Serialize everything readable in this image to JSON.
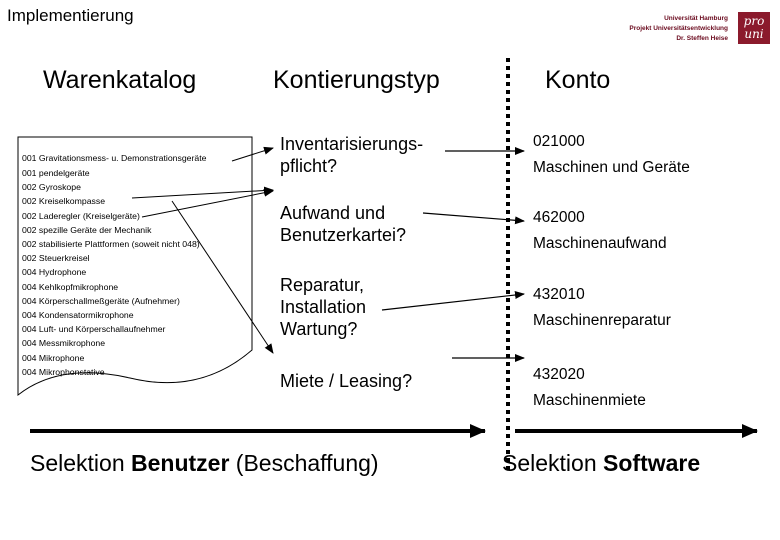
{
  "header": {
    "title": "Implementierung",
    "logo": {
      "line1": "Universität Hamburg",
      "line2": "Projekt Universitätsentwicklung",
      "line3": "Dr. Steffen Heise",
      "mark_line1": "pro",
      "mark_line2": "uni"
    }
  },
  "columns": {
    "warenkatalog": "Warenkatalog",
    "kontierungstyp": "Kontierungstyp",
    "konto": "Konto"
  },
  "catalog_items": [
    "001 Gravitationsmess- u. Demonstrationsgeräte",
    "001 pendelgeräte",
    "002 Gyroskope",
    "002 Kreiselkompasse",
    "002 Laderegler (Kreiselgeräte)",
    "002 spezille Geräte der Mechanik",
    "002 stabilisierte Plattformen (soweit nicht 048)",
    "002 Steuerkreisel",
    "004 Hydrophone",
    "004 Kehlkopfmikrophone",
    "004 Körperschallmeßgeräte (Aufnehmer)",
    "004 Kondensatormikrophone",
    "004 Luft- und Körperschallaufnehmer",
    "004 Messmikrophone",
    "004 Mikrophone",
    "004 Mikrophonstative"
  ],
  "kontierungstyp": [
    [
      "Inventarisierungs-",
      "pflicht?"
    ],
    [
      "Aufwand und",
      "Benutzerkartei?"
    ],
    [
      "Reparatur,",
      "Installation",
      "Wartung?"
    ],
    [
      "Miete / Leasing?"
    ]
  ],
  "konten": [
    {
      "number": "021000",
      "name": "Maschinen und Geräte"
    },
    {
      "number": "462000",
      "name": "Maschinenaufwand"
    },
    {
      "number": "432010",
      "name": "Maschinenreparatur"
    },
    {
      "number": "432020",
      "name": "Maschinenmiete"
    }
  ],
  "selection": {
    "left_prefix": "Selektion ",
    "left_bold": "Benutzer",
    "left_suffix": " (Beschaffung)",
    "right_prefix": "Selektion ",
    "right_bold": "Software"
  }
}
